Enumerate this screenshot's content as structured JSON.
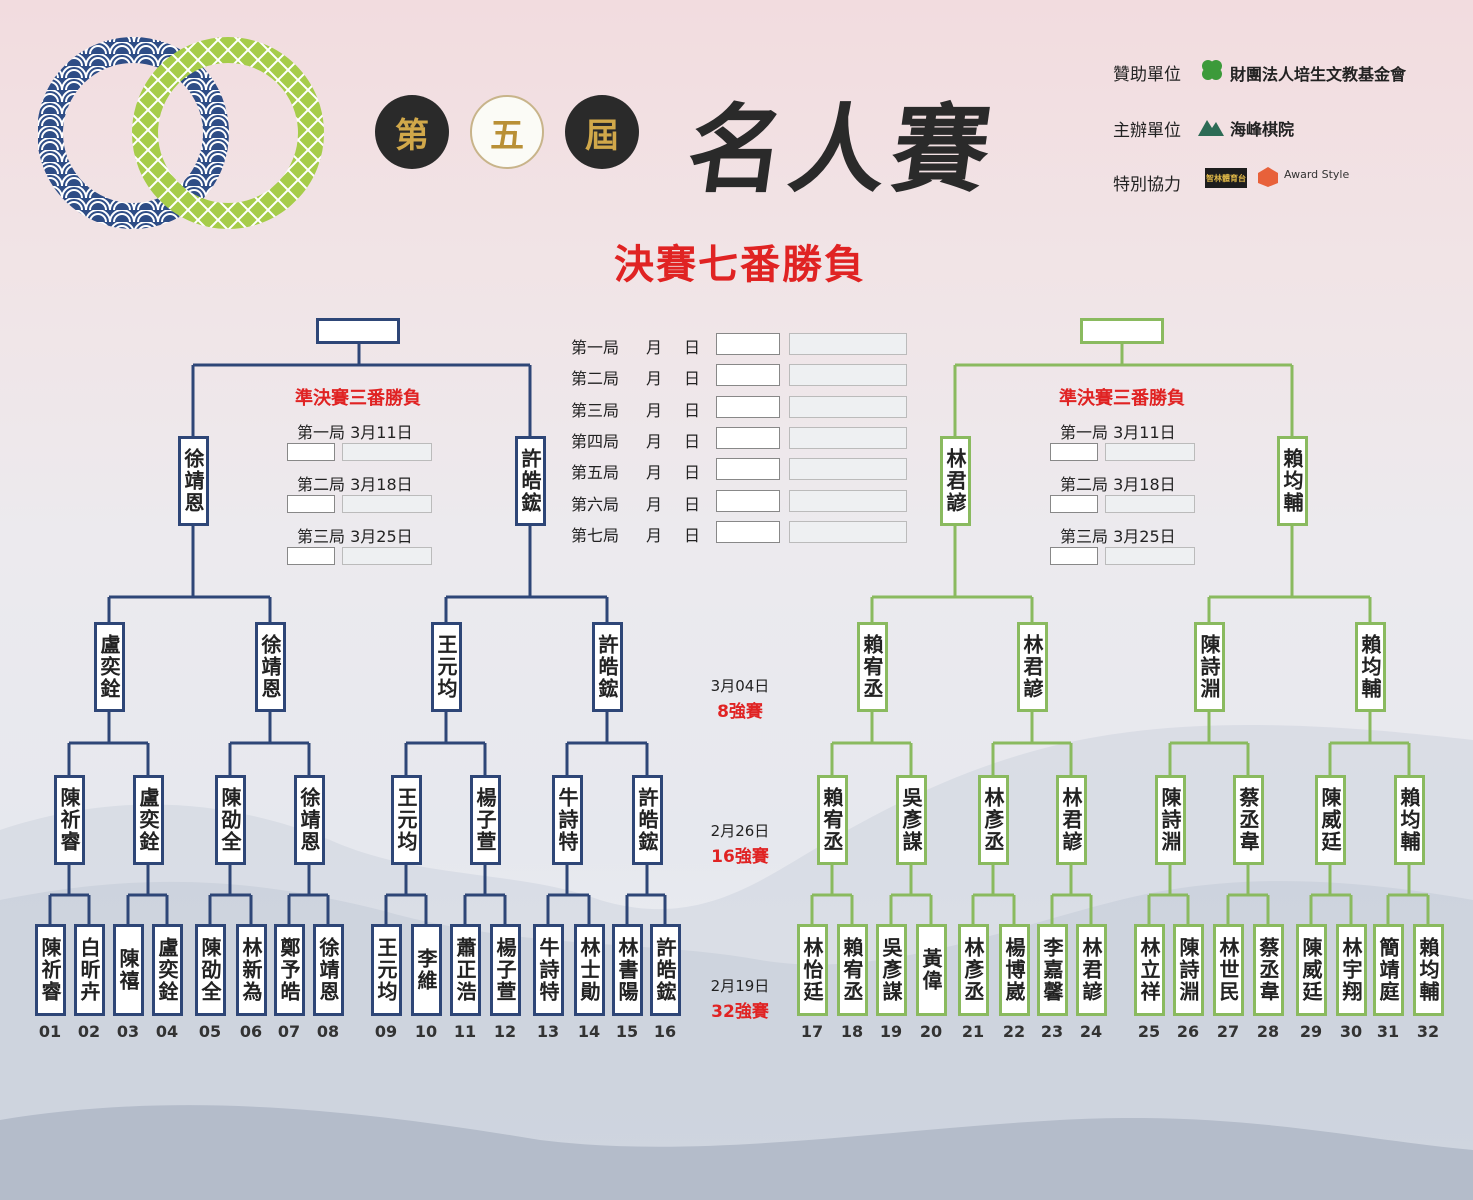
{
  "header": {
    "chars": [
      "第",
      "五",
      "屆"
    ],
    "event_name": "名人賽",
    "final_title": "決賽七番勝負"
  },
  "sponsors": [
    {
      "label": "贊助單位",
      "name": "財團法人培生文教基金會",
      "icon": "clover-icon"
    },
    {
      "label": "主辦單位",
      "name": "海峰棋院",
      "icon": "mountain-icon"
    },
    {
      "label": "特別協力",
      "name": "智林體育台",
      "name2": "Award Style",
      "icon": "award-style-icon"
    }
  ],
  "colors": {
    "blue": "#2e4677",
    "green": "#8aba5f",
    "red": "#e02323"
  },
  "finals": {
    "games": [
      {
        "label": "第一局",
        "month": "月",
        "day": "日"
      },
      {
        "label": "第二局",
        "month": "月",
        "day": "日"
      },
      {
        "label": "第三局",
        "month": "月",
        "day": "日"
      },
      {
        "label": "第四局",
        "month": "月",
        "day": "日"
      },
      {
        "label": "第五局",
        "month": "月",
        "day": "日"
      },
      {
        "label": "第六局",
        "month": "月",
        "day": "日"
      },
      {
        "label": "第七局",
        "month": "月",
        "day": "日"
      }
    ]
  },
  "semifinals": {
    "title": "準決賽三番勝負",
    "games": [
      "第一局 3月11日",
      "第二局 3月18日",
      "第三局 3月25日"
    ]
  },
  "rounds": [
    {
      "date": "3月04日",
      "name": "8強賽"
    },
    {
      "date": "2月26日",
      "name": "16強賽"
    },
    {
      "date": "2月19日",
      "name": "32強賽"
    }
  ],
  "players": [
    "陳祈睿",
    "白昕卉",
    "陳禧",
    "盧奕銓",
    "陳劭全",
    "林新為",
    "鄭予皓",
    "徐靖恩",
    "王元均",
    "李維",
    "蕭正浩",
    "楊子萱",
    "牛詩特",
    "林士勛",
    "林書陽",
    "許皓鋐",
    "林怡廷",
    "賴宥丞",
    "吳彥謀",
    "黃偉",
    "林彥丞",
    "楊博崴",
    "李嘉馨",
    "林君諺",
    "林立祥",
    "陳詩淵",
    "林世民",
    "蔡丞韋",
    "陳威廷",
    "林宇翔",
    "簡靖庭",
    "賴均輔"
  ],
  "numbers": [
    "01",
    "02",
    "03",
    "04",
    "05",
    "06",
    "07",
    "08",
    "09",
    "10",
    "11",
    "12",
    "13",
    "14",
    "15",
    "16",
    "17",
    "18",
    "19",
    "20",
    "21",
    "22",
    "23",
    "24",
    "25",
    "26",
    "27",
    "28",
    "29",
    "30",
    "31",
    "32"
  ],
  "round16": [
    "陳祈睿",
    "盧奕銓",
    "陳劭全",
    "徐靖恩",
    "王元均",
    "楊子萱",
    "牛詩特",
    "許皓鋐",
    "賴宥丞",
    "吳彥謀",
    "林彥丞",
    "林君諺",
    "陳詩淵",
    "蔡丞韋",
    "陳威廷",
    "賴均輔"
  ],
  "round8": [
    "盧奕銓",
    "徐靖恩",
    "王元均",
    "許皓鋐",
    "賴宥丞",
    "林君諺",
    "陳詩淵",
    "賴均輔"
  ],
  "round4": [
    "徐靖恩",
    "許皓鋐",
    "林君諺",
    "賴均輔"
  ],
  "round2": [
    "",
    ""
  ]
}
